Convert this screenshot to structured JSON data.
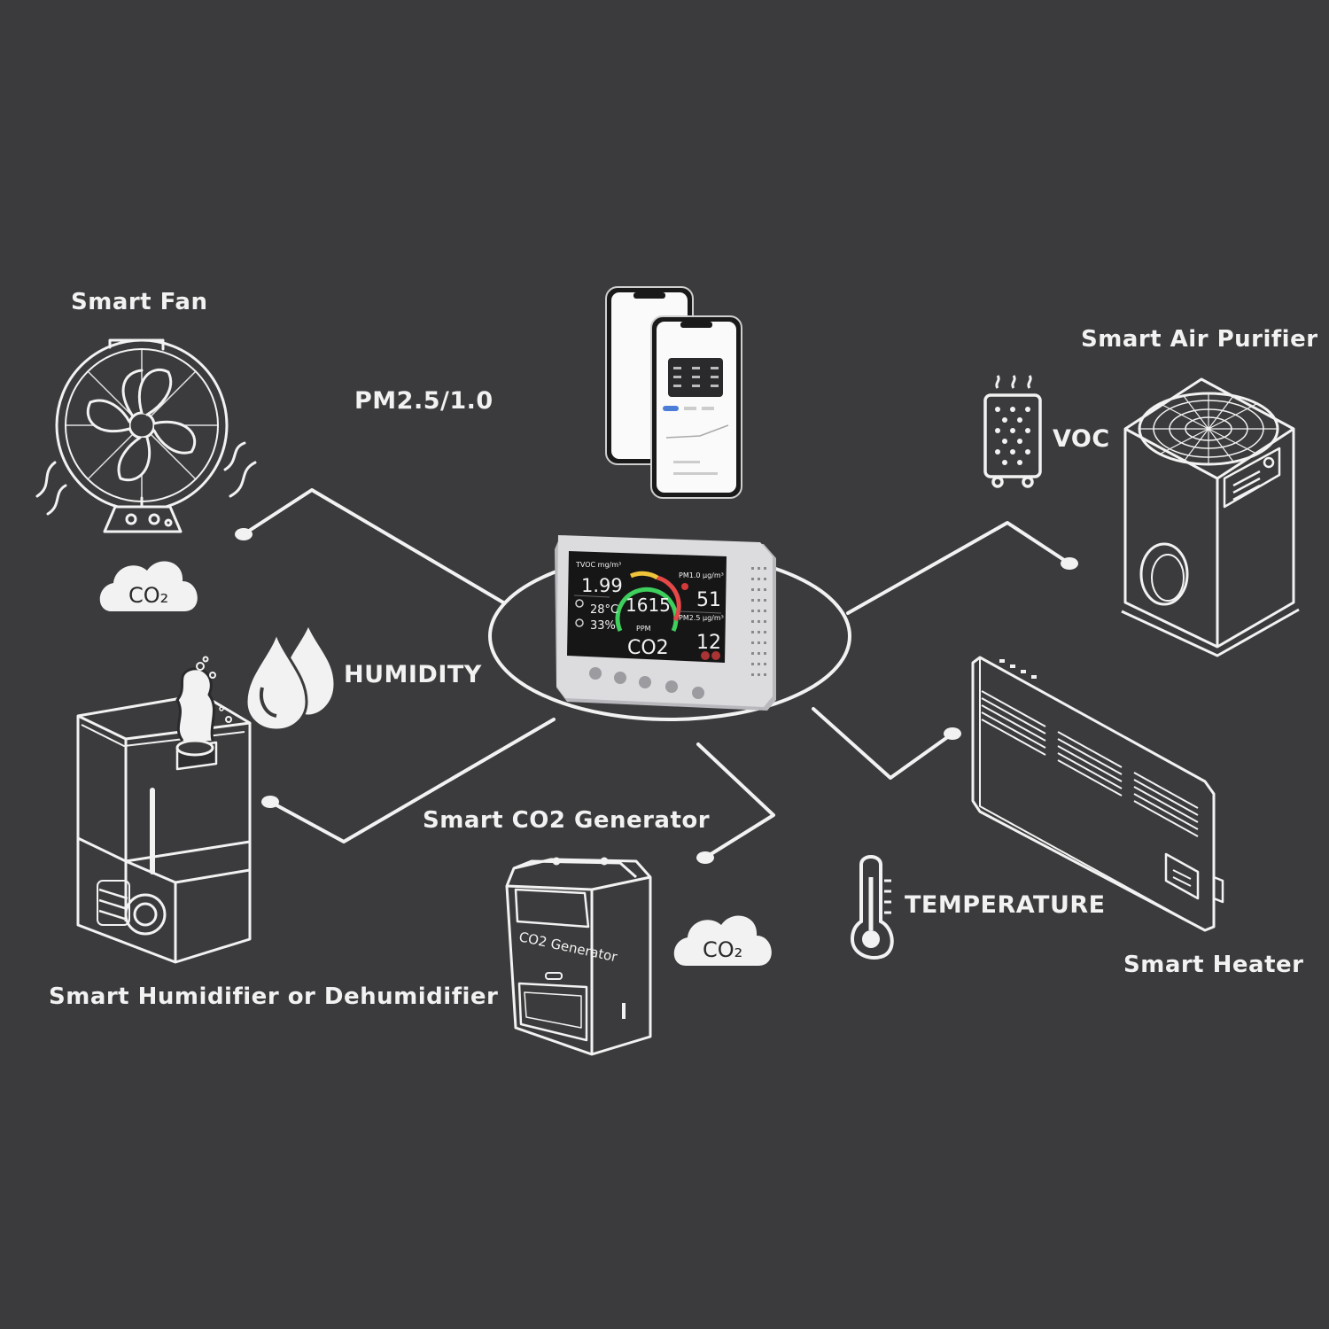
{
  "devices": {
    "fan": "Smart Fan",
    "purifier": "Smart Air Purifier",
    "humidifier": "Smart Humidifier or Dehumidifier",
    "co2_generator": "Smart CO2 Generator",
    "heater": "Smart Heater"
  },
  "sensors": {
    "pm": "PM2.5/1.0",
    "voc": "VOC",
    "humidity": "HUMIDITY",
    "temperature": "TEMPERATURE",
    "co2": "CO₂"
  },
  "monitor_screen": {
    "tvoc_label": "TVOC mg/m³",
    "tvoc_value": "1.99",
    "temp_value": "28°C",
    "humidity_value": "33%",
    "co2_value": "1615",
    "co2_unit": "PPM",
    "co2_label": "CO2",
    "pm1_label": "PM1.0 μg/m³",
    "pm1_value": "51",
    "pm25_label": "PM2.5 μg/m³",
    "pm25_value": "12"
  },
  "generator_label": "CO2 Generator",
  "colors": {
    "background": "#3b3b3d",
    "line": "#f2f2f2",
    "screen": "#1a1a1a",
    "monitor_case": "#d9d9dc"
  }
}
